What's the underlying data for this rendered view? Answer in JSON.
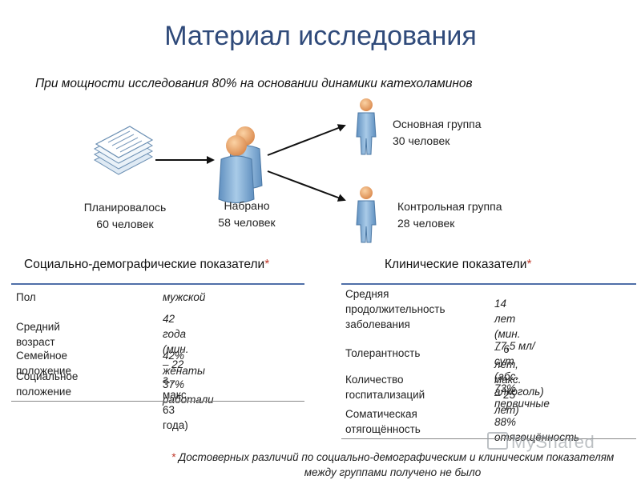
{
  "title": "Материал исследования",
  "subtitle": "При мощности исследования 80% на основании динамики катехоламинов",
  "flow": {
    "planned": {
      "line1": "Планировалось",
      "line2": "60 человек"
    },
    "recruited": {
      "line1": "Набрано",
      "line2": "58 человек"
    },
    "main_group": {
      "line1": "Основная группа",
      "line2": "30 человек"
    },
    "control_group": {
      "line1": "Контрольная группа",
      "line2": "28 человек"
    }
  },
  "socio": {
    "heading": "Социально-демографические показатели",
    "star": "*",
    "rows": [
      {
        "label": "Пол",
        "value": "мужской"
      },
      {
        "label": "Средний возраст",
        "value_line1": "42 года (мин. – 22 г.,",
        "value_line2": "макс. 63 года)"
      },
      {
        "label": "Семейное положение",
        "value": "42% женаты"
      },
      {
        "label_line1": "Социальное",
        "label_line2": "положение",
        "value": "37% работали"
      }
    ]
  },
  "clinical": {
    "heading": "Клинические показатели",
    "star": "*",
    "rows": [
      {
        "label_line1": "Средняя",
        "label_line2": "продолжительность",
        "label_line3": "заболевания",
        "value_line1": "14 лет (мин. – 6 лет,",
        "value_line2": "макс. – 25 лет)"
      },
      {
        "label": "Толерантность",
        "value_line1": "77,5 мл/сут",
        "value_line2": "(абс. алкоголь)"
      },
      {
        "label_line1": "Количество",
        "label_line2": "госпитализаций",
        "value": "73% первичные"
      },
      {
        "label_line1": "Соматическая",
        "label_line2": "отягощённость",
        "value": "88% отягощённость"
      }
    ]
  },
  "footnote": {
    "star": "*",
    "line1": " Достоверных различий по социально-демографическим и клиническим показателям",
    "line2": "между группами получено не было"
  },
  "watermark": "MyShared",
  "colors": {
    "title": "#2f4a7a",
    "rule": "#4f6fa8",
    "figure": "#8fb6d8",
    "head": "#e8a56a",
    "star": "#c0392b"
  }
}
